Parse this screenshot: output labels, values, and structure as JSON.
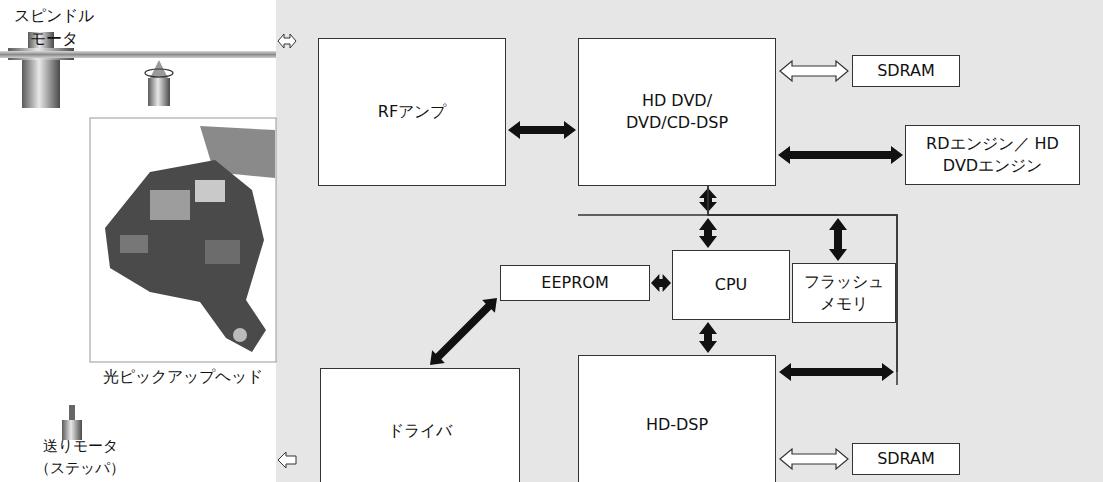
{
  "diagram": {
    "nodes": [
      {
        "text": [
          "RFアンプ"
        ]
      },
      {
        "text": [
          "HD DVD/ DVD/CD-DSP"
        ]
      },
      {
        "text": [
          "SDRAM"
        ]
      },
      {
        "text": [
          "RDエンジン／ HD DVDエンジン"
        ]
      },
      {
        "text": [
          "EEPROM"
        ]
      },
      {
        "text": [
          "CPU"
        ]
      },
      {
        "text": [
          "フラッシュ メモリ"
        ]
      },
      {
        "text": [
          "ドライバ"
        ]
      },
      {
        "text": [
          "HD-DSP"
        ]
      },
      {
        "text": [
          "SDRAM"
        ]
      }
    ],
    "edges": [
      {
        "from": 0,
        "to": 1,
        "arrow": "both"
      },
      {
        "from": 1,
        "to": 2,
        "arrow": "both"
      },
      {
        "from": 1,
        "to": 3,
        "arrow": "both"
      },
      {
        "from": 1,
        "to": 5,
        "arrow": "both"
      },
      {
        "from": 6,
        "to": 1,
        "arrow": "both"
      },
      {
        "from": 4,
        "to": 5,
        "arrow": "both"
      },
      {
        "from": 5,
        "to": 8,
        "arrow": "both"
      },
      {
        "from": 8,
        "to": 1,
        "arrow": "both"
      },
      {
        "from": 7,
        "to": 4,
        "arrow": "both"
      },
      {
        "from": 8,
        "to": 9,
        "arrow": "both"
      }
    ],
    "labels": [
      "スピンドル モータ",
      "光ピックアップヘッド",
      "送りモータ （ステッパ）"
    ]
  }
}
